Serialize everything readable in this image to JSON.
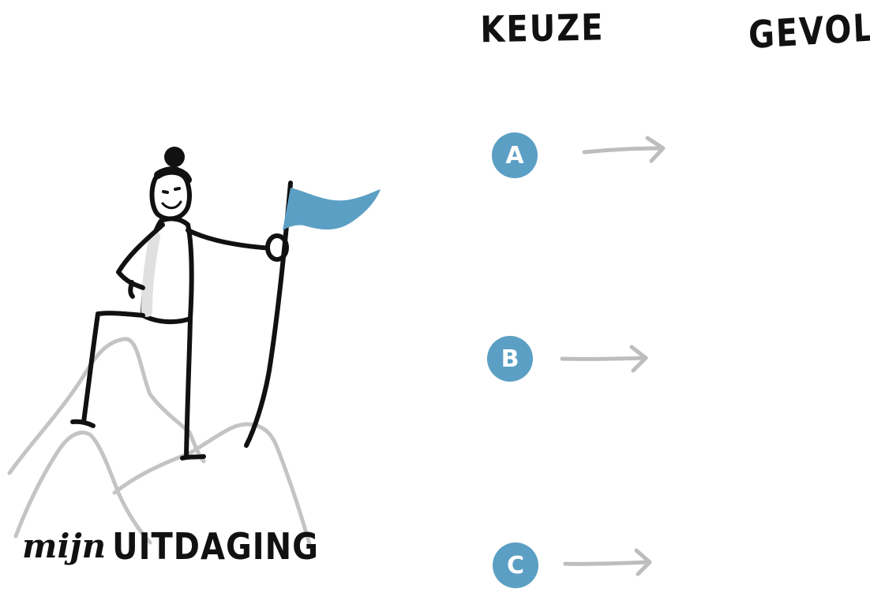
{
  "headings": {
    "choice": "KEUZE",
    "consequence": "GEVOLG"
  },
  "choices": [
    {
      "letter": "A"
    },
    {
      "letter": "B"
    },
    {
      "letter": "C"
    }
  ],
  "challenge_label": {
    "prefix": "mijn",
    "main": "UITDAGING"
  },
  "colors": {
    "accent": "#5b9fc4",
    "ink": "#111111",
    "rock": "#c4c4c4",
    "arrow": "#bdbdbd"
  }
}
